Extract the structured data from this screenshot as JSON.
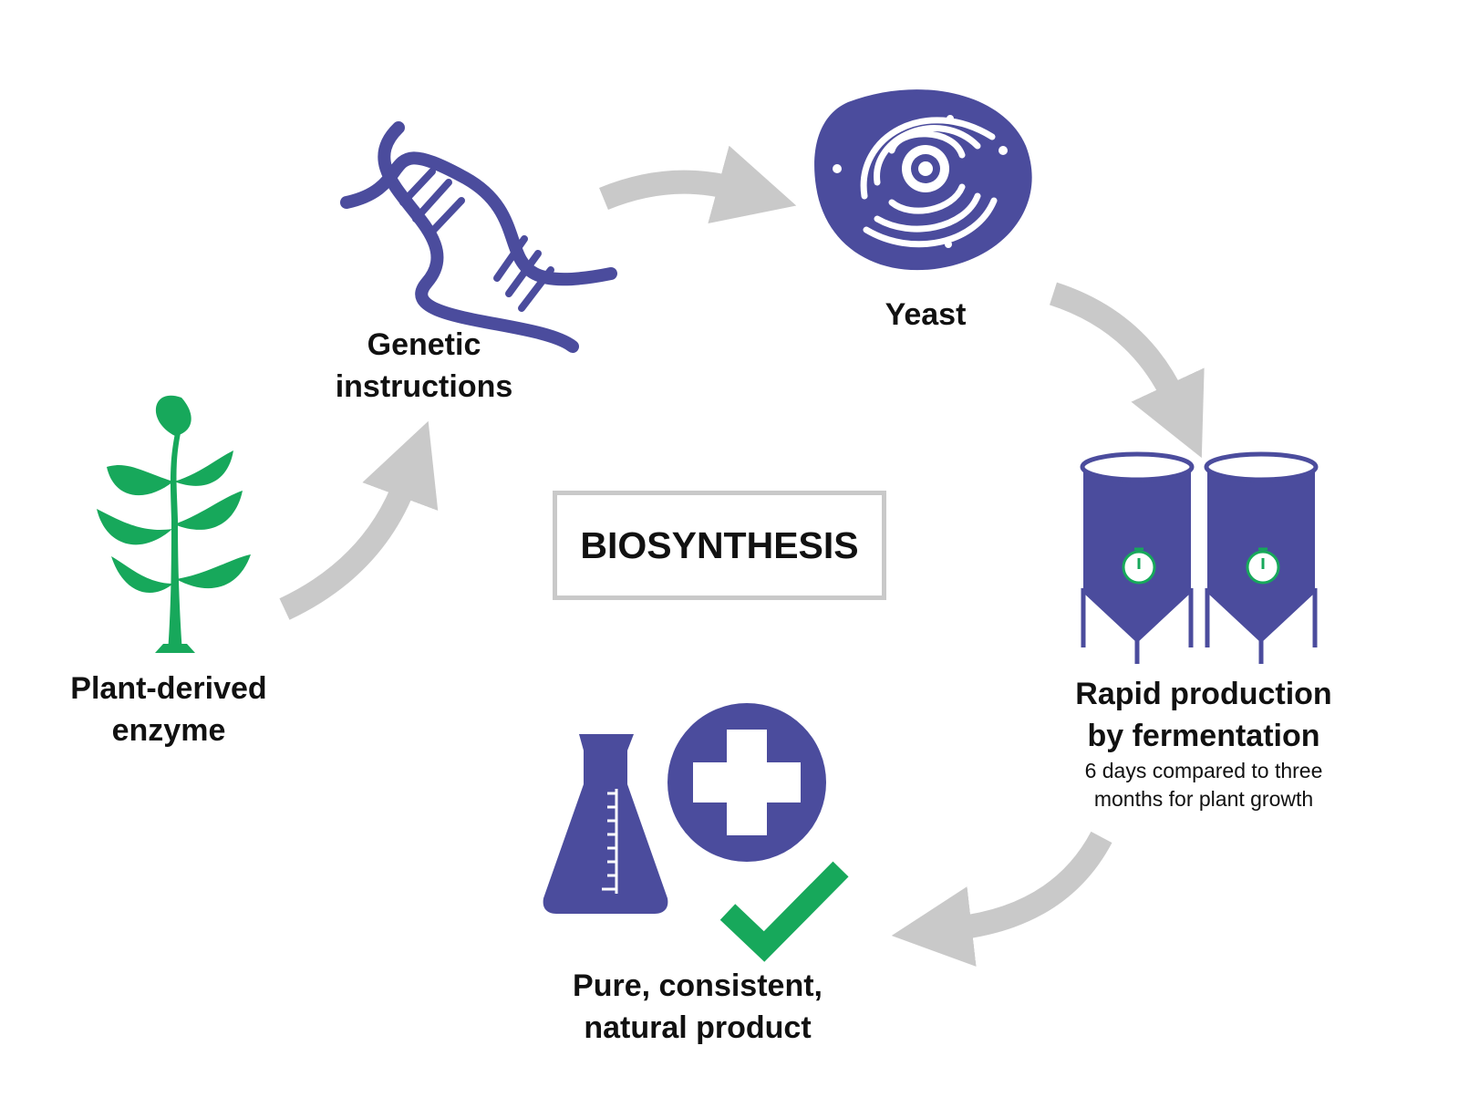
{
  "title": "BIOSYNTHESIS",
  "steps": {
    "plant": {
      "line1": "Plant-derived",
      "line2": "enzyme",
      "icon": "plant-icon"
    },
    "dna": {
      "line1": "Genetic",
      "line2": "instructions",
      "icon": "dna-icon"
    },
    "yeast": {
      "line1": "Yeast",
      "icon": "yeast-cell-icon"
    },
    "fermentation": {
      "line1": "Rapid production",
      "line2": "by fermentation",
      "note1": "6 days compared to three",
      "note2": "months for plant growth",
      "icon": "fermentation-tanks-icon"
    },
    "product": {
      "line1": "Pure, consistent,",
      "line2": "natural product",
      "icons": [
        "flask-icon",
        "medical-cross-icon",
        "checkmark-icon"
      ]
    }
  },
  "colors": {
    "purple": "#4b4c9d",
    "green": "#17a85b",
    "arrow": "#c9c9c9",
    "text": "#111111"
  }
}
